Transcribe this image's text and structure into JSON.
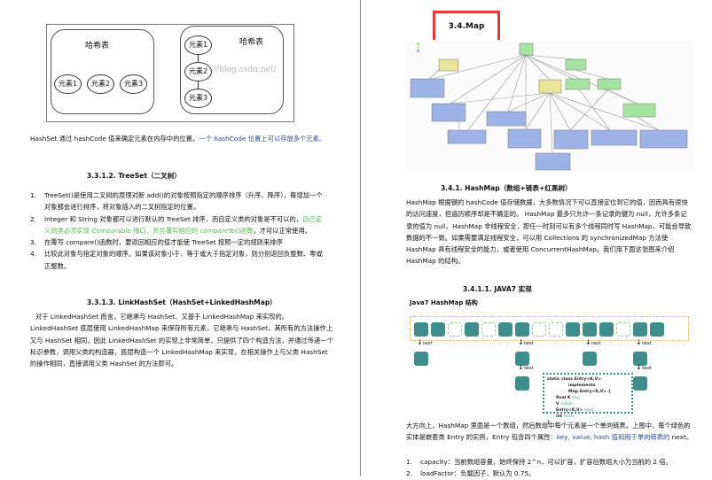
{
  "left_page": {
    "diagram": {
      "left_table": {
        "title": "哈希表",
        "elements": [
          "元素1",
          "元素2",
          "元素3"
        ]
      },
      "right_table": {
        "title": "哈希表",
        "elements": [
          "元素1",
          "元素2",
          "元素3"
        ]
      },
      "watermark": "//blog.csdn.net/"
    },
    "intro": {
      "part1": "HashSet 通过 hashCode 值来确定元素在内存中的位置。",
      "part2": "一个 hashCode 位置上可以存放多个元素。"
    },
    "treeset": {
      "heading": "3.3.1.2.      TreeSet（二叉树）",
      "items": [
        {
          "num": "1.",
          "text": "TreeSet()是使用二叉树的原理对新 add()的对象按照指定的顺序排序（升序、降序），每增加一个对象都会进行排序，将对象插入的二叉树指定的位置。"
        },
        {
          "num": "2.",
          "text_a": "Integer 和 String 对象都可以进行默认的 TreeSet 排序，而自定义类的对象是不可以的，",
          "text_green": "自己定义的类必须实现 Comparable 接口，并且覆写相应的 compareTo()函数",
          "text_b": "，才可以正常使用。"
        },
        {
          "num": "3.",
          "text": "在覆写 compare()函数时，要返回相应的值才能使 TreeSet 按照一定的规则来排序"
        },
        {
          "num": "4.",
          "text": "比较此对象与指定对象的顺序。如果该对象小于、等于或大于指定对象，则分别返回负整数、零或正整数。"
        }
      ]
    },
    "linkhashset": {
      "heading": "3.3.1.3.      LinkHashSet（HashSet+LinkedHashMap）",
      "text": "对于 LinkedHashSet 而言，它继承与 HashSet、又基于 LinkedHashMap 来实现的。LinkedHashSet 底层使用 LinkedHashMap 来保存所有元素，它继承与 HashSet，其所有的方法操作上又与 HashSet 相同，因此 LinkedHashSet 的实现上非常简单，只提供了四个构造方法，并通过传递一个标识参数，调用父类的构造器，底层构造一个 LinkedHashMap 来实现，在相关操作上与父类 HashSet 的操作相同，直接调用父类 HashSet 的方法即可。"
    }
  },
  "right_page": {
    "title": "3.4.Map",
    "colors": {
      "interface": "#a5e3a0",
      "abstract": "#e8e59a",
      "class": "#9db3e8",
      "highlight": "#e53935",
      "entry": "#3f8c8c"
    },
    "hashmap": {
      "heading": "3.4.1.  HashMap（数组+链表+红黑树）",
      "text": "HashMap 根据键的 hashCode 值存储数据，大多数情况下可以直接定位到它的值，因而具有很快的访问速度，但遍历顺序却是不确定的。 HashMap 最多只允许一条记录的键为 null，允许多条记录的值为 null。HashMap 非线程安全，即任一时刻可以有多个线程同时写 HashMap，可能会导致数据的不一致。如果需要满足线程安全，可以用 Collections 的 synchronizedMap 方法使 HashMap 具有线程安全的能力，或者使用 ConcurrentHashMap。我们用下面这张图来介绍 HashMap 的结构。"
    },
    "java7": {
      "heading": "3.4.1.1.      JAVA7 实现",
      "caption": "Java7 HashMap 结构",
      "next_label": "next",
      "code": {
        "line1": "static class Entry<K,V>",
        "line2": "implements Map.Entry<K,V> {",
        "line3a": "final K ",
        "line3b": "key;",
        "line4a": "V ",
        "line4b": "value;",
        "line5a": "Entry<K,V> ",
        "line5b": "next;",
        "line6a": "int ",
        "line6b": "hash;",
        "line7": "}"
      }
    },
    "bottom": {
      "text_a": "大方向上，HashMap 里面是一个数组，然后数组中每个元素是一个单向链表。上图中，每个绿色的实体是嵌套类 Entry 的实例，Entry 包含四个属性：",
      "text_blue": "key, value, hash 值和用于单向链表的",
      "text_b": " next。",
      "items": [
        {
          "num": "1.",
          "text": "capacity：当前数组容量，始终保持 2^n，可以扩容，扩容后数组大小为当前的 2 倍。"
        },
        {
          "num": "2.",
          "text": "loadFactor：负载因子，默认为 0.75。"
        }
      ]
    }
  }
}
